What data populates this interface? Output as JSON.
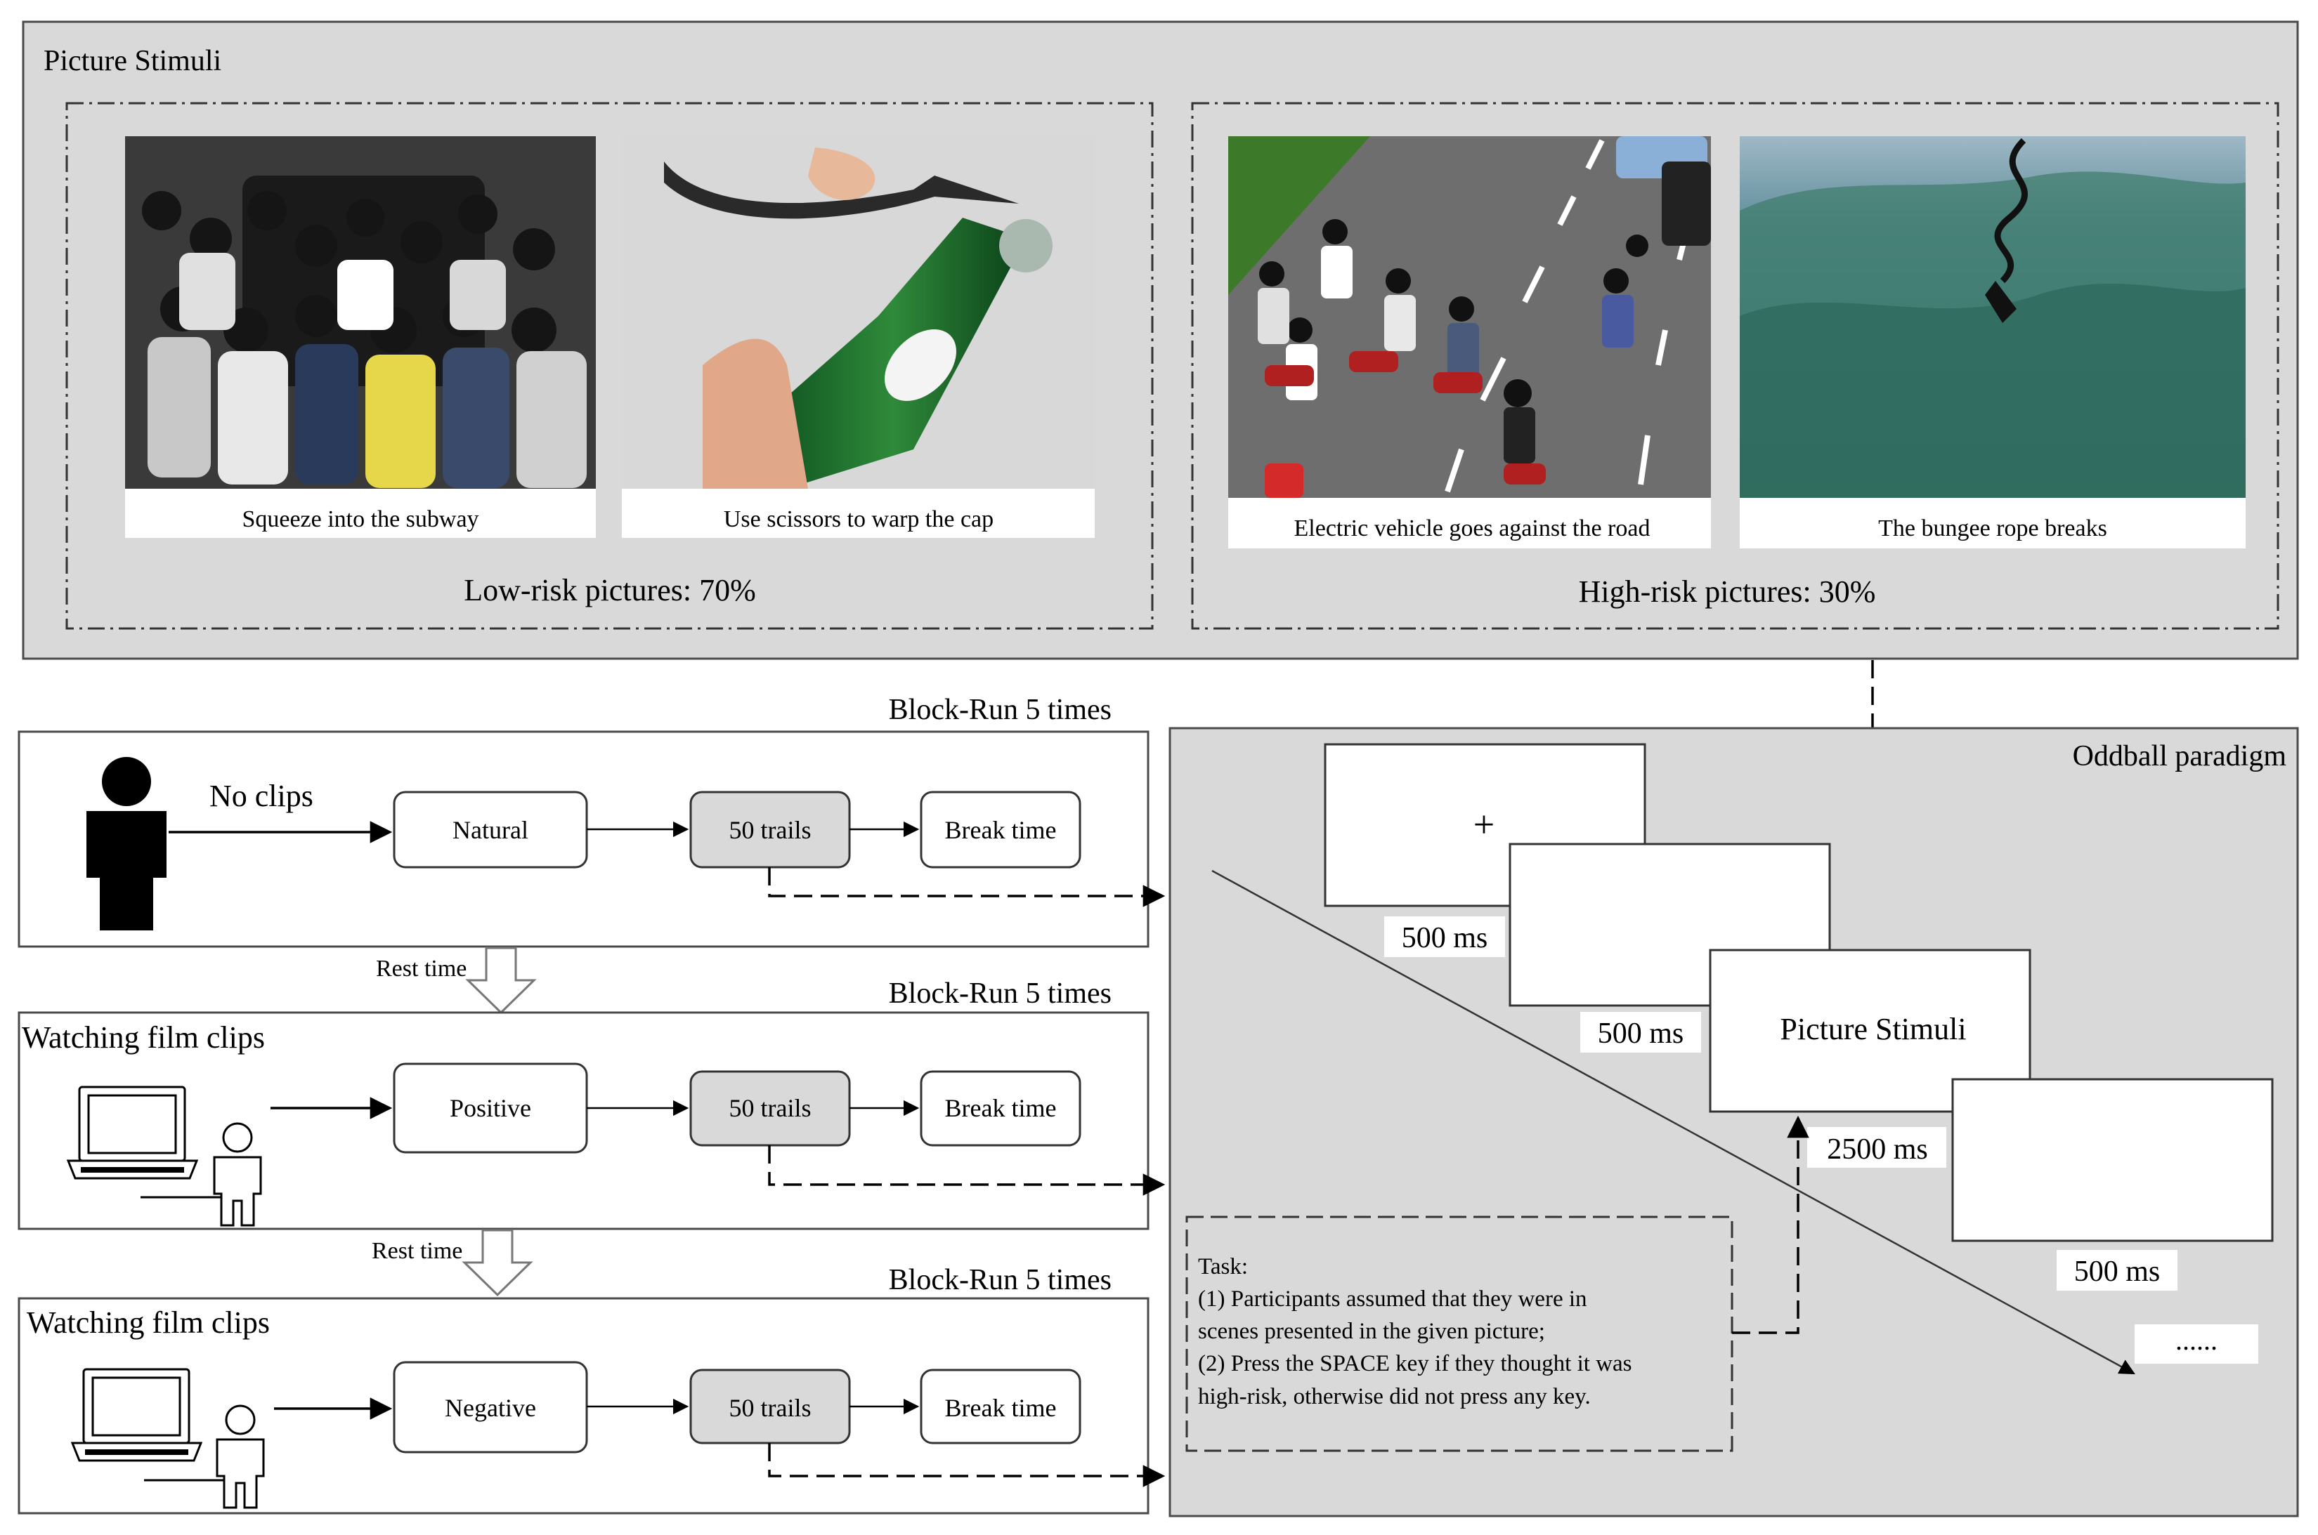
{
  "top_panel": {
    "title": "Picture Stimuli",
    "low_risk": {
      "caption": "Low-risk pictures: 70%",
      "photos": [
        {
          "caption": "Squeeze into the subway",
          "scene": "crowd-photo"
        },
        {
          "caption": "Use scissors to warp the cap",
          "scene": "bottle-scissors-photo"
        }
      ]
    },
    "high_risk": {
      "caption": "High-risk pictures: 30%",
      "photos": [
        {
          "caption": "Electric vehicle goes against the road",
          "scene": "road-scooters-photo"
        },
        {
          "caption": "The bungee rope breaks",
          "scene": "bungee-photo"
        }
      ]
    }
  },
  "blocks": [
    {
      "repeat_label": "Block-Run 5 times",
      "condition_label": "No clips",
      "stage1": "Natural",
      "stage2": "50 trails",
      "stage3": "Break time",
      "icon": "person-silhouette-icon"
    },
    {
      "repeat_label": "Block-Run 5 times",
      "condition_label": "Watching film clips",
      "stage1": "Positive",
      "stage2": "50 trails",
      "stage3": "Break time",
      "icon": "laptop-person-icon"
    },
    {
      "repeat_label": "Block-Run 5 times",
      "condition_label": "Watching film clips",
      "stage1": "Negative",
      "stage2": "50 trails",
      "stage3": "Break time",
      "icon": "laptop-person-icon"
    }
  ],
  "rest_labels": [
    "Rest time",
    "Rest time"
  ],
  "oddball": {
    "title": "Oddball paradigm",
    "screens": [
      {
        "content": "+",
        "duration": "500 ms"
      },
      {
        "content": "",
        "duration": "500 ms"
      },
      {
        "content": "Picture Stimuli",
        "duration": "2500 ms"
      },
      {
        "content": "",
        "duration": "500 ms"
      }
    ],
    "ellipsis": "......",
    "task_lines": [
      "Task:",
      "(1) Participants assumed that they were in",
      "scenes presented in the given picture;",
      "(2) Press the SPACE key if they thought it was",
      "high-risk, otherwise did not press any key."
    ]
  },
  "colors": {
    "panel_gray": "#d9d9d9",
    "stage_gray": "#d9d9d9",
    "photo_sky": "#e9eef2",
    "forest": "#3f7a86"
  }
}
